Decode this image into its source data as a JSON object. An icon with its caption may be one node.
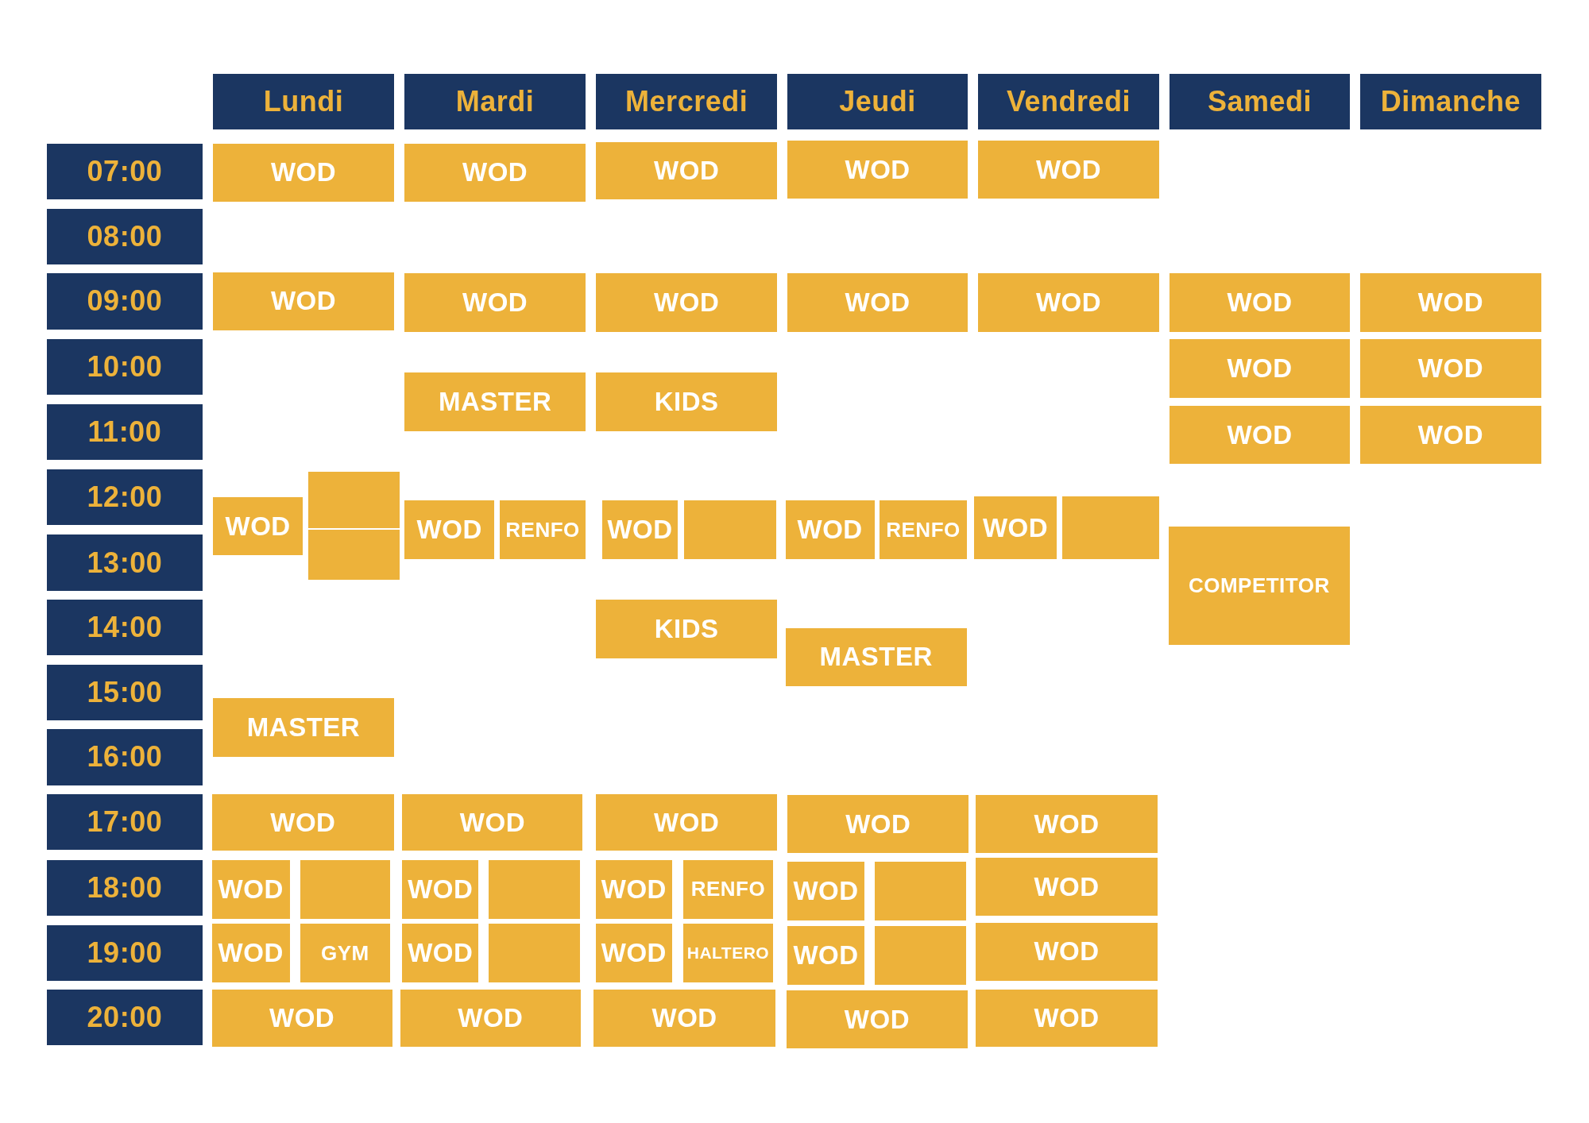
{
  "diagram": {
    "nodes": [
      {
        "text": [
          "Lundi"
        ]
      },
      {
        "text": [
          "Mardi"
        ]
      },
      {
        "text": [
          "Mercredi"
        ]
      },
      {
        "text": [
          "Jeudi"
        ]
      },
      {
        "text": [
          "Vendredi"
        ]
      },
      {
        "text": [
          "Samedi"
        ]
      },
      {
        "text": [
          "Dimanche"
        ]
      },
      {
        "text": [
          "07:00"
        ]
      },
      {
        "text": [
          "WOD"
        ]
      },
      {
        "text": [
          "WOD"
        ]
      },
      {
        "text": [
          "WOD"
        ]
      },
      {
        "text": [
          "WOD"
        ]
      },
      {
        "text": [
          "WOD"
        ]
      },
      {
        "text": [
          "08:00"
        ]
      },
      {
        "text": [
          "09:00"
        ]
      },
      {
        "text": [
          "WOD"
        ]
      },
      {
        "text": [
          "WOD"
        ]
      },
      {
        "text": [
          "WOD"
        ]
      },
      {
        "text": [
          "WOD"
        ]
      },
      {
        "text": [
          "WOD"
        ]
      },
      {
        "text": [
          "WOD"
        ]
      },
      {
        "text": [
          "WOD"
        ]
      },
      {
        "text": [
          "10:00"
        ]
      },
      {
        "text": [
          "MASTER"
        ]
      },
      {
        "text": [
          "KIDS"
        ]
      },
      {
        "text": [
          "WOD"
        ]
      },
      {
        "text": [
          "WOD"
        ]
      },
      {
        "text": [
          "11:00"
        ]
      },
      {
        "text": [
          "WOD"
        ]
      },
      {
        "text": [
          "WOD"
        ]
      },
      {
        "text": [
          "12:00"
        ]
      },
      {
        "text": [
          "WOD"
        ]
      },
      {
        "text": [],
        "shape": "box"
      },
      {
        "text": [],
        "shape": "box"
      },
      {
        "text": [
          "WOD"
        ]
      },
      {
        "text": [
          "RENFO"
        ]
      },
      {
        "text": [
          "WOD"
        ]
      },
      {
        "text": [],
        "shape": "box"
      },
      {
        "text": [
          "WOD"
        ]
      },
      {
        "text": [
          "RENFO"
        ]
      },
      {
        "text": [
          "WOD"
        ]
      },
      {
        "text": [],
        "shape": "box"
      },
      {
        "text": [
          "13:00"
        ]
      },
      {
        "text": [
          "COMPETITOR"
        ]
      },
      {
        "text": [
          "14:00"
        ]
      },
      {
        "text": [
          "KIDS"
        ]
      },
      {
        "text": [
          "MASTER"
        ]
      },
      {
        "text": [
          "15:00"
        ]
      },
      {
        "text": [
          "MASTER"
        ]
      },
      {
        "text": [
          "16:00"
        ]
      },
      {
        "text": [
          "17:00"
        ]
      },
      {
        "text": [
          "WOD"
        ]
      },
      {
        "text": [
          "WOD"
        ]
      },
      {
        "text": [
          "WOD"
        ]
      },
      {
        "text": [
          "WOD"
        ]
      },
      {
        "text": [
          "WOD"
        ]
      },
      {
        "text": [
          "18:00"
        ]
      },
      {
        "text": [
          "WOD"
        ]
      },
      {
        "text": [],
        "shape": "box"
      },
      {
        "text": [
          "WOD"
        ]
      },
      {
        "text": [],
        "shape": "box"
      },
      {
        "text": [
          "WOD"
        ]
      },
      {
        "text": [
          "RENFO"
        ]
      },
      {
        "text": [
          "WOD"
        ]
      },
      {
        "text": [],
        "shape": "box"
      },
      {
        "text": [
          "WOD"
        ]
      },
      {
        "text": [
          "19:00"
        ]
      },
      {
        "text": [
          "WOD"
        ]
      },
      {
        "text": [
          "GYM"
        ]
      },
      {
        "text": [
          "WOD"
        ]
      },
      {
        "text": [],
        "shape": "box"
      },
      {
        "text": [
          "WOD"
        ]
      },
      {
        "text": [
          "HALTERO"
        ]
      },
      {
        "text": [
          "WOD"
        ]
      },
      {
        "text": [],
        "shape": "box"
      },
      {
        "text": [
          "WOD"
        ]
      },
      {
        "text": [
          "20:00"
        ]
      },
      {
        "text": [
          "WOD"
        ]
      },
      {
        "text": [
          "WOD"
        ]
      },
      {
        "text": [
          "WOD"
        ]
      },
      {
        "text": [
          "WOD"
        ]
      },
      {
        "text": [
          "WOD"
        ]
      }
    ]
  }
}
